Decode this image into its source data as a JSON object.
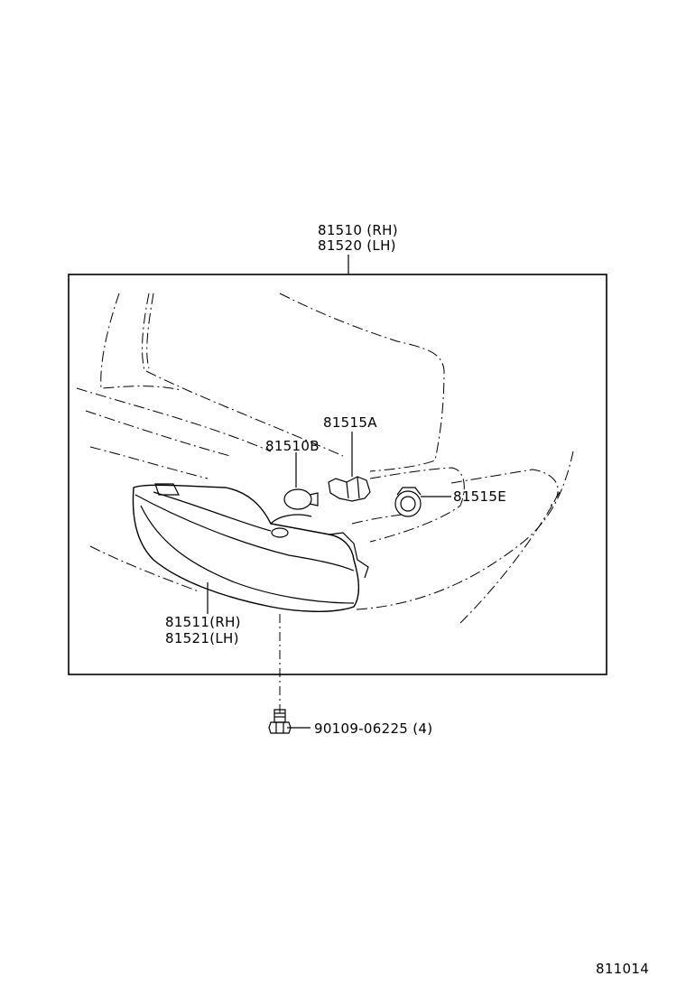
{
  "labels": {
    "assembly_rh": "81510 (RH)",
    "assembly_lh": "81520 (LH)",
    "socket": "81515A",
    "bulb": "81510B",
    "grommet": "81515E",
    "lens_rh": "81511(RH)",
    "lens_lh": "81521(LH)",
    "screw": "90109-06225 (4)"
  },
  "figure_code": "811014"
}
